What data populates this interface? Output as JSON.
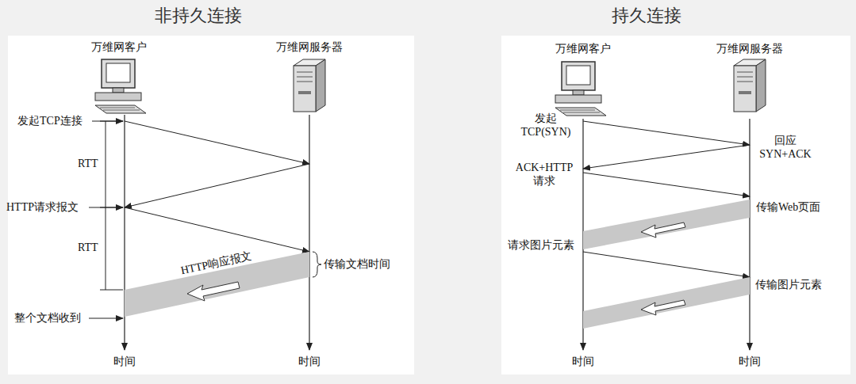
{
  "diagram": {
    "labels": [
      "非持久连接",
      "万维网客户",
      "万维网服务器",
      "发起TCP连接",
      "RTT",
      "HTTP请求报文",
      "RTT",
      "HTTP响应报文",
      "传输文档时间",
      "整个文档收到",
      "时间",
      "时间",
      "持久连接",
      "万维网客户",
      "万维网服务器",
      "发起 TCP(SYN)",
      "回应 SYN+ACK",
      "ACK+HTTP 请求",
      "传输Web页面",
      "请求图片元素",
      "传输图片元素",
      "时间",
      "时间"
    ]
  }
}
